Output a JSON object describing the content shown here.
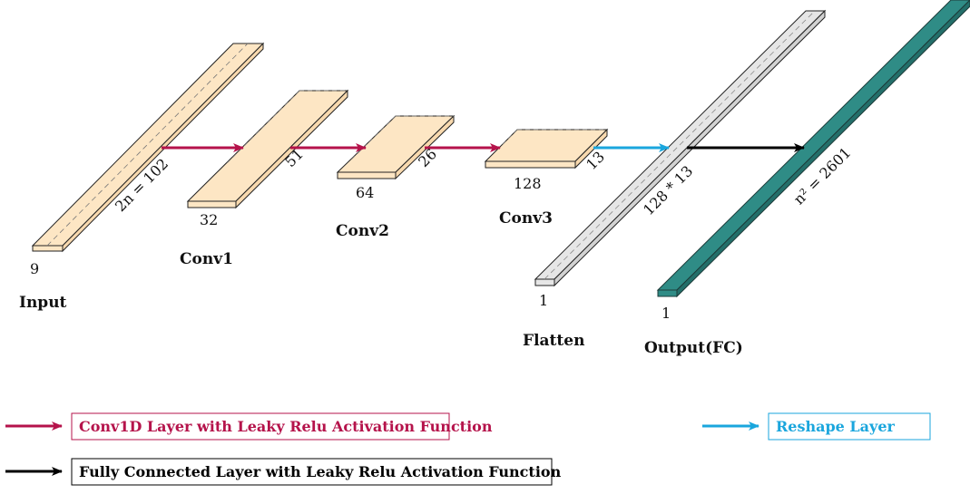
{
  "colors": {
    "conv_fill": "#fde6c4",
    "flatten_fill": "#e6e6e6",
    "output_fill": "#2f8c86",
    "conv_arrow": "#b5134b",
    "reshape_arrow": "#1aa6dd",
    "fc_arrow": "#000000"
  },
  "layers": {
    "input": {
      "name": "Input",
      "depth_label": "9",
      "length_label": "2n = 102"
    },
    "conv1": {
      "name": "Conv1",
      "depth_label": "32",
      "length_label": "51"
    },
    "conv2": {
      "name": "Conv2",
      "depth_label": "64",
      "length_label": "26"
    },
    "conv3": {
      "name": "Conv3",
      "depth_label": "128",
      "length_label": "13"
    },
    "flatten": {
      "name": "Flatten",
      "depth_label": "1",
      "length_label": "128 * 13"
    },
    "output": {
      "name": "Output(FC)",
      "depth_label": "1",
      "length_label": "n² = 2601"
    }
  },
  "legend": {
    "conv": "Conv1D Layer with Leaky Relu Activation Function",
    "reshape": "Reshape Layer",
    "fc": "Fully Connected Layer with Leaky Relu Activation Function"
  }
}
